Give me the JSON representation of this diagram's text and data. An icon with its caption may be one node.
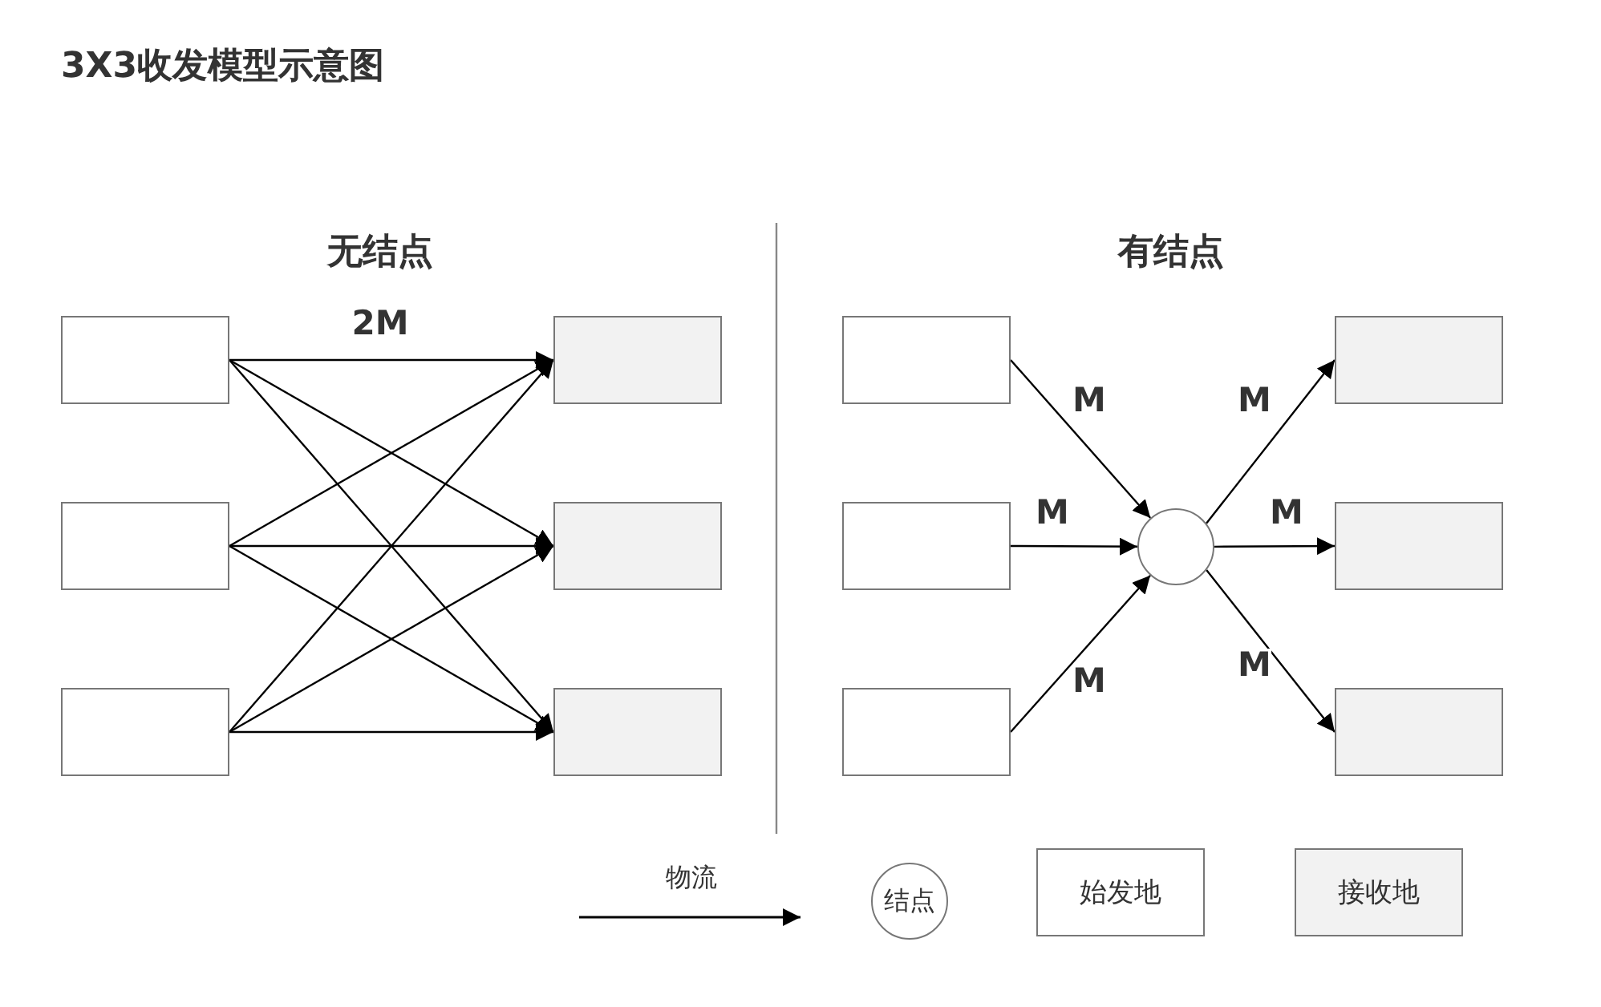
{
  "diagram": {
    "title": "3X3收发模型示意图",
    "nodes": [
      {
        "text": [],
        "shape": "box"
      },
      {
        "text": [],
        "shape": "box"
      },
      {
        "text": [],
        "shape": "box"
      },
      {
        "text": [],
        "shape": "box"
      },
      {
        "text": [],
        "shape": "box"
      },
      {
        "text": [],
        "shape": "box"
      },
      {
        "text": [],
        "shape": "box"
      },
      {
        "text": [],
        "shape": "box"
      },
      {
        "text": [],
        "shape": "box"
      },
      {
        "text": [],
        "shape": "circle"
      },
      {
        "text": [],
        "shape": "box"
      },
      {
        "text": [],
        "shape": "box"
      },
      {
        "text": [],
        "shape": "box"
      }
    ],
    "edges": [
      {
        "from": 0,
        "to": 3,
        "arrow": "to",
        "label": "2M"
      },
      {
        "from": 0,
        "to": 4,
        "arrow": "to"
      },
      {
        "from": 0,
        "to": 5,
        "arrow": "to"
      },
      {
        "from": 1,
        "to": 3,
        "arrow": "to"
      },
      {
        "from": 1,
        "to": 4,
        "arrow": "to"
      },
      {
        "from": 1,
        "to": 5,
        "arrow": "to"
      },
      {
        "from": 2,
        "to": 3,
        "arrow": "to"
      },
      {
        "from": 2,
        "to": 4,
        "arrow": "to"
      },
      {
        "from": 2,
        "to": 5,
        "arrow": "to"
      },
      {
        "from": 6,
        "to": 9,
        "arrow": "to",
        "label": "M"
      },
      {
        "from": 7,
        "to": 9,
        "arrow": "to",
        "label": "M"
      },
      {
        "from": 8,
        "to": 9,
        "arrow": "to",
        "label": "M"
      },
      {
        "from": 9,
        "to": 10,
        "arrow": "to",
        "label": "M"
      },
      {
        "from": 9,
        "to": 11,
        "arrow": "to",
        "label": "M"
      },
      {
        "from": 9,
        "to": 12,
        "arrow": "to",
        "label": "M"
      }
    ],
    "labels": [
      "无结点",
      "有结点"
    ],
    "legend": [
      {
        "text": "物流"
      },
      {
        "text": "结点"
      },
      {
        "text": "始发地"
      },
      {
        "text": "接收地",
        "color": "#f2f2f2"
      }
    ]
  }
}
